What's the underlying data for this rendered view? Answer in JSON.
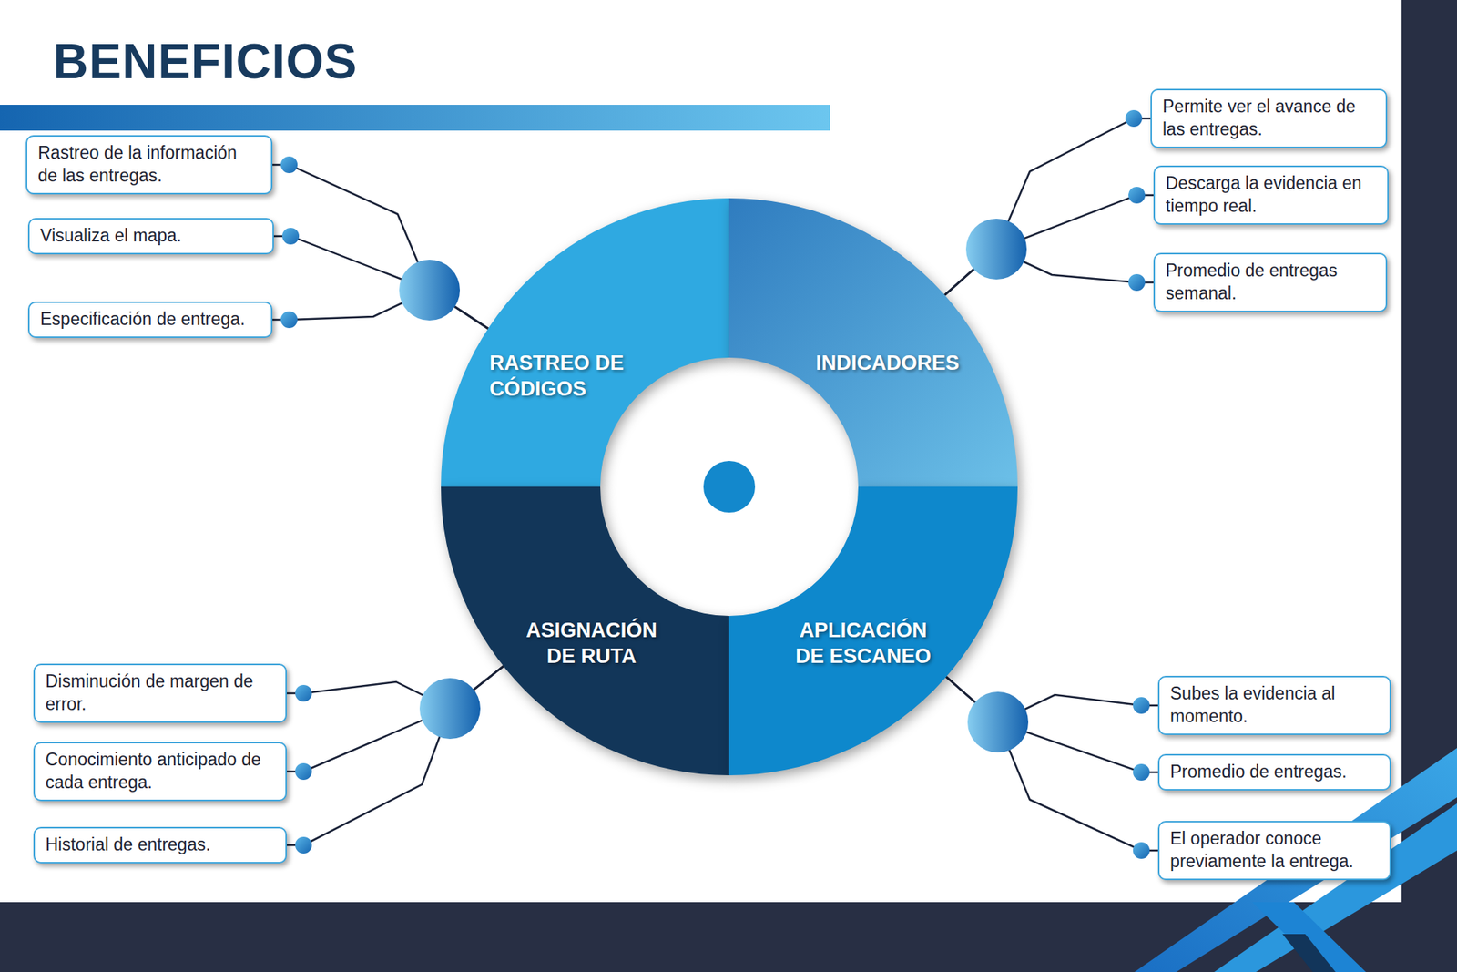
{
  "diagram": {
    "title": "BENEFICIOS",
    "nodes": [
      {
        "text": [
          "RASTREO DE CÓDIGOS"
        ]
      },
      {
        "text": [
          "INDICADORES"
        ]
      },
      {
        "text": [
          "ASIGNACIÓN DE RUTA"
        ]
      },
      {
        "text": [
          "APLICACIÓN DE ESCANEO"
        ]
      },
      {
        "text": [
          "Rastreo de la información de las entregas."
        ]
      },
      {
        "text": [
          "Visualiza el mapa."
        ]
      },
      {
        "text": [
          "Especificación de entrega."
        ]
      },
      {
        "text": [
          "Permite ver el avance de las entregas."
        ]
      },
      {
        "text": [
          "Descarga la evidencia en tiempo real."
        ]
      },
      {
        "text": [
          "Promedio de entregas semanal."
        ]
      },
      {
        "text": [
          "Disminución de margen de error."
        ]
      },
      {
        "text": [
          "Conocimiento anticipado de cada entrega."
        ]
      },
      {
        "text": [
          "Historial de entregas."
        ]
      },
      {
        "text": [
          "Subes la evidencia al momento."
        ]
      },
      {
        "text": [
          "Promedio de entregas."
        ]
      },
      {
        "text": [
          "El operador conoce previamente la entrega."
        ]
      }
    ],
    "edges": [
      {
        "from": 0,
        "to": 4,
        "arrow": "none"
      },
      {
        "from": 0,
        "to": 5,
        "arrow": "none"
      },
      {
        "from": 0,
        "to": 6,
        "arrow": "none"
      },
      {
        "from": 1,
        "to": 7,
        "arrow": "none"
      },
      {
        "from": 1,
        "to": 8,
        "arrow": "none"
      },
      {
        "from": 1,
        "to": 9,
        "arrow": "none"
      },
      {
        "from": 2,
        "to": 10,
        "arrow": "none"
      },
      {
        "from": 2,
        "to": 11,
        "arrow": "none"
      },
      {
        "from": 2,
        "to": 12,
        "arrow": "none"
      },
      {
        "from": 3,
        "to": 13,
        "arrow": "none"
      },
      {
        "from": 3,
        "to": 14,
        "arrow": "none"
      },
      {
        "from": 3,
        "to": 15,
        "arrow": "none"
      }
    ]
  }
}
